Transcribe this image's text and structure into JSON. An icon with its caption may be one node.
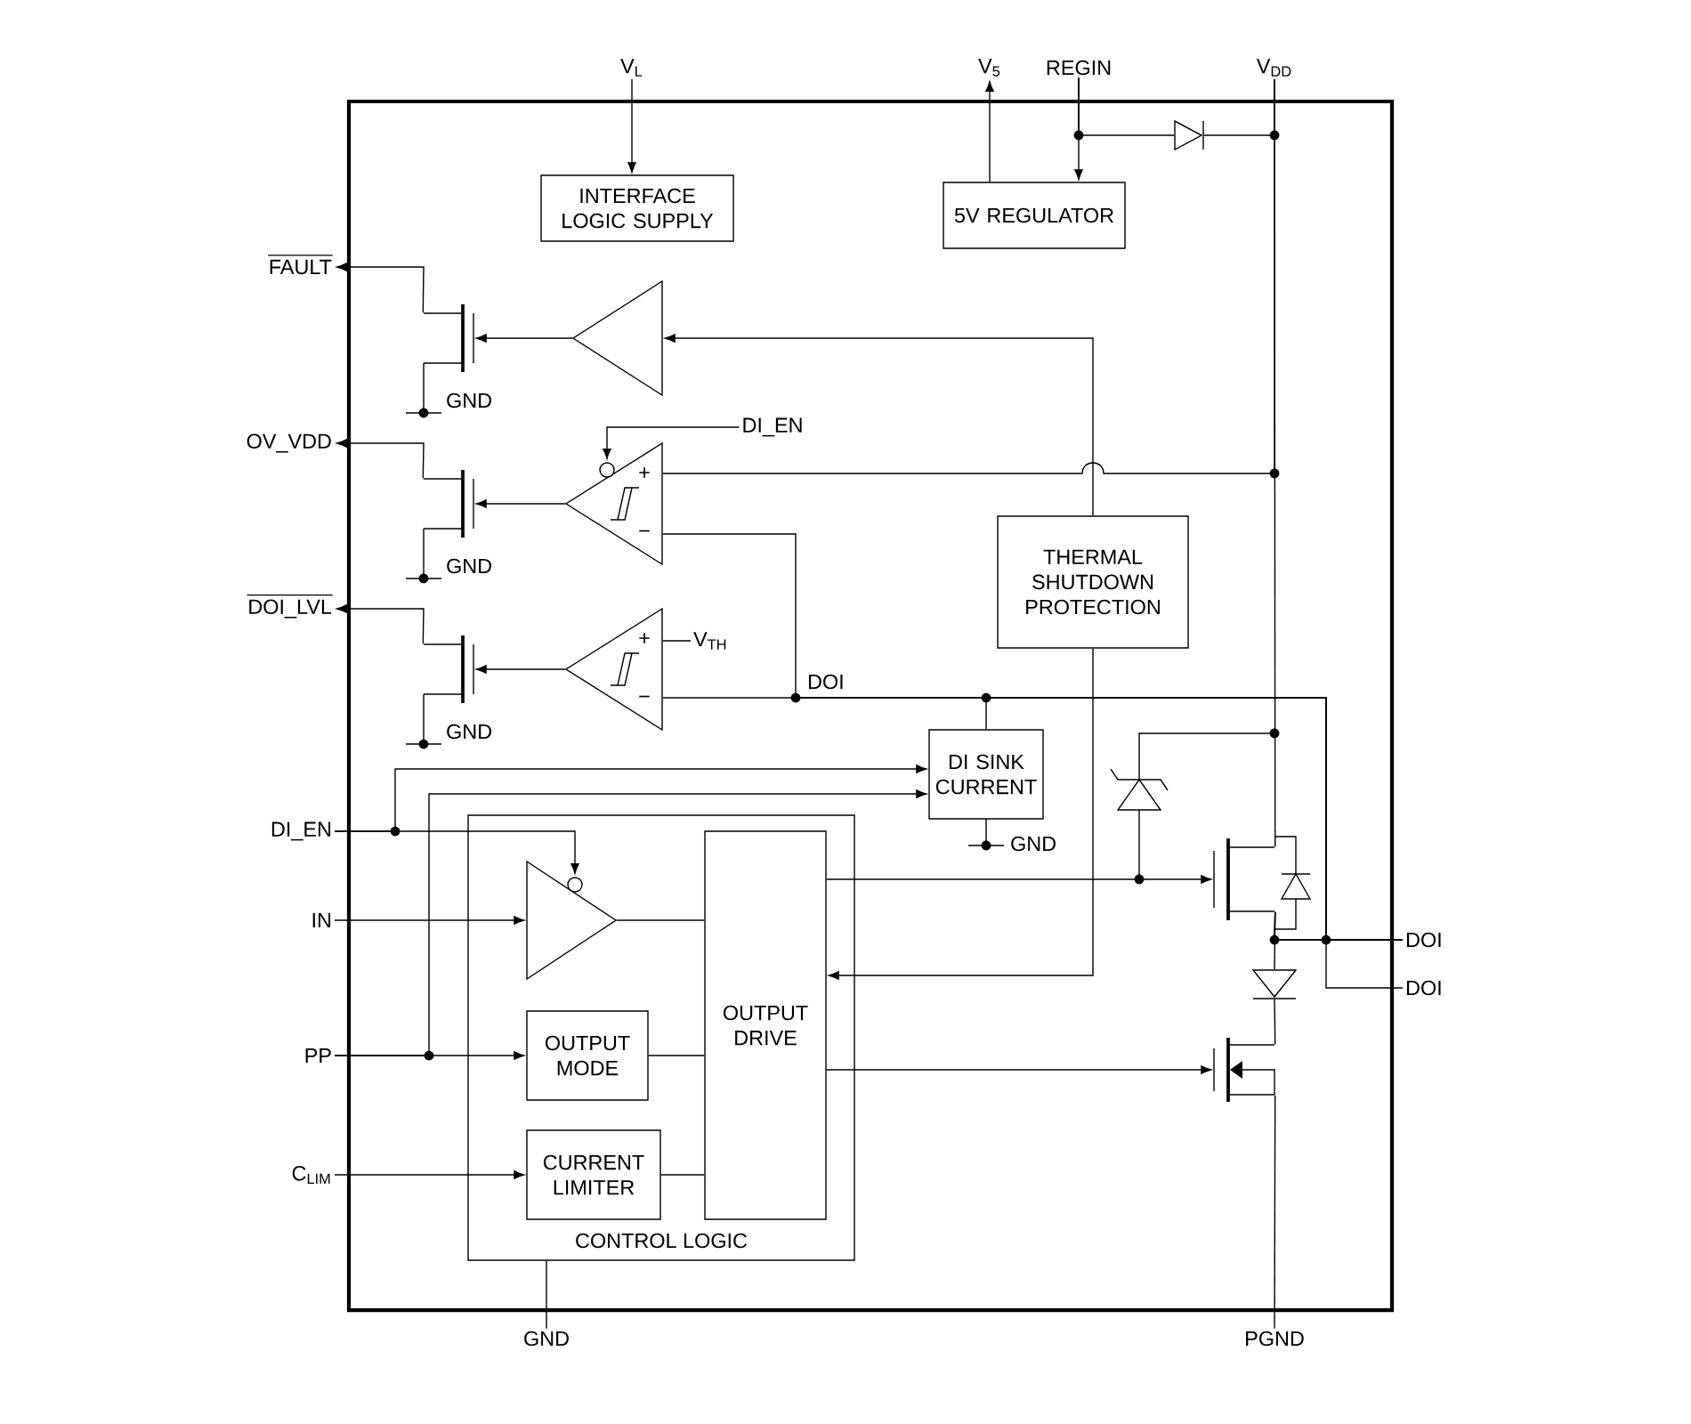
{
  "diagram": {
    "nodes": [
      {
        "text": [
          "V$_{L}$"
        ]
      },
      {
        "text": [
          "V$_{5}$"
        ]
      },
      {
        "text": [
          "REGIN"
        ]
      },
      {
        "text": [
          "V$_{DD}$"
        ]
      },
      {
        "text": [
          "INTERFACE LOGIC SUPPLY"
        ]
      },
      {
        "text": [
          "5V REGULATOR"
        ]
      },
      {
        "text": [],
        "shape": "diode"
      },
      {
        "text": [
          "FAULT"
        ]
      },
      {
        "text": [],
        "shape": "transistor"
      },
      {
        "text": [],
        "shape": "triangle"
      },
      {
        "text": [
          "OV_VDD"
        ]
      },
      {
        "text": [
          "DI_EN"
        ]
      },
      {
        "text": [],
        "shape": "transistor"
      },
      {
        "text": [
          "+",
          "−"
        ]
      },
      {
        "text": [
          "THERMAL SHUTDOWN PROTECTION"
        ]
      },
      {
        "text": [
          "DOI_LVL"
        ]
      },
      {
        "text": [],
        "shape": "transistor"
      },
      {
        "text": [
          "+",
          "−"
        ]
      },
      {
        "text": [
          "V$_{TH}$"
        ]
      },
      {
        "text": [
          "DI SINK CURRENT"
        ]
      },
      {
        "text": [
          "DI_EN"
        ]
      },
      {
        "text": [
          "IN"
        ]
      },
      {
        "text": [
          "PP"
        ]
      },
      {
        "text": [
          "C$_{LIM}$"
        ]
      },
      {
        "text": [
          "CONTROL LOGIC"
        ]
      },
      {
        "text": [],
        "shape": "triangle",
        "in": 24
      },
      {
        "text": [
          "OUTPUT MODE"
        ],
        "in": 24
      },
      {
        "text": [
          "CURRENT LIMITER"
        ],
        "in": 24
      },
      {
        "text": [
          "OUTPUT DRIVE"
        ],
        "in": 24
      },
      {
        "text": [],
        "shape": "transistor"
      },
      {
        "text": [],
        "shape": "diode"
      },
      {
        "text": [],
        "shape": "transistor"
      },
      {
        "text": [
          "DOI"
        ]
      },
      {
        "text": [
          "DOI"
        ]
      },
      {
        "text": [
          "GND"
        ]
      },
      {
        "text": [
          "PGND"
        ]
      }
    ],
    "edges": [
      {
        "from": 0,
        "to": 4,
        "arrow": "to"
      },
      {
        "from": 5,
        "to": 1,
        "arrow": "to"
      },
      {
        "from": 2,
        "to": 5,
        "arrow": "to"
      },
      {
        "from": 2,
        "to": 6,
        "arrow": "none"
      },
      {
        "from": 6,
        "to": 3,
        "arrow": "none"
      },
      {
        "from": 3,
        "to": 29,
        "arrow": "none"
      },
      {
        "from": 3,
        "to": 13,
        "arrow": "none"
      },
      {
        "from": 9,
        "to": 8,
        "arrow": "to"
      },
      {
        "from": 8,
        "to": 7,
        "arrow": "to"
      },
      {
        "from": 13,
        "to": 12,
        "arrow": "to"
      },
      {
        "from": 12,
        "to": 10,
        "arrow": "to"
      },
      {
        "from": 11,
        "to": 13,
        "arrow": "to"
      },
      {
        "from": 17,
        "to": 16,
        "arrow": "to"
      },
      {
        "from": 16,
        "to": 15,
        "arrow": "to"
      },
      {
        "from": 18,
        "to": 17,
        "arrow": "none"
      },
      {
        "from": 14,
        "to": 9,
        "arrow": "to"
      },
      {
        "from": 14,
        "to": 28,
        "arrow": "to"
      },
      {
        "from": 13,
        "to": 32,
        "arrow": "none"
      },
      {
        "from": 17,
        "to": 32,
        "arrow": "none"
      },
      {
        "from": 19,
        "to": 32,
        "arrow": "none"
      },
      {
        "from": 29,
        "to": 32,
        "arrow": "none"
      },
      {
        "from": 29,
        "to": 33,
        "arrow": "none"
      },
      {
        "from": 29,
        "to": 30,
        "arrow": "none"
      },
      {
        "from": 30,
        "to": 31,
        "arrow": "none"
      },
      {
        "from": 31,
        "to": 35,
        "arrow": "none"
      },
      {
        "from": 28,
        "to": 29,
        "arrow": "to"
      },
      {
        "from": 28,
        "to": 31,
        "arrow": "to"
      },
      {
        "from": 20,
        "to": 25,
        "arrow": "to"
      },
      {
        "from": 20,
        "to": 19,
        "arrow": "to"
      },
      {
        "from": 22,
        "to": 19,
        "arrow": "to"
      },
      {
        "from": 22,
        "to": 26,
        "arrow": "to"
      },
      {
        "from": 21,
        "to": 25,
        "arrow": "to"
      },
      {
        "from": 23,
        "to": 27,
        "arrow": "to"
      },
      {
        "from": 25,
        "to": 28,
        "arrow": "none"
      },
      {
        "from": 26,
        "to": 28,
        "arrow": "none"
      },
      {
        "from": 27,
        "to": 28,
        "arrow": "none"
      },
      {
        "from": 24,
        "to": 34,
        "arrow": "none"
      }
    ],
    "labels": [
      "GND",
      "GND",
      "DOI",
      "GND",
      "GND"
    ]
  }
}
